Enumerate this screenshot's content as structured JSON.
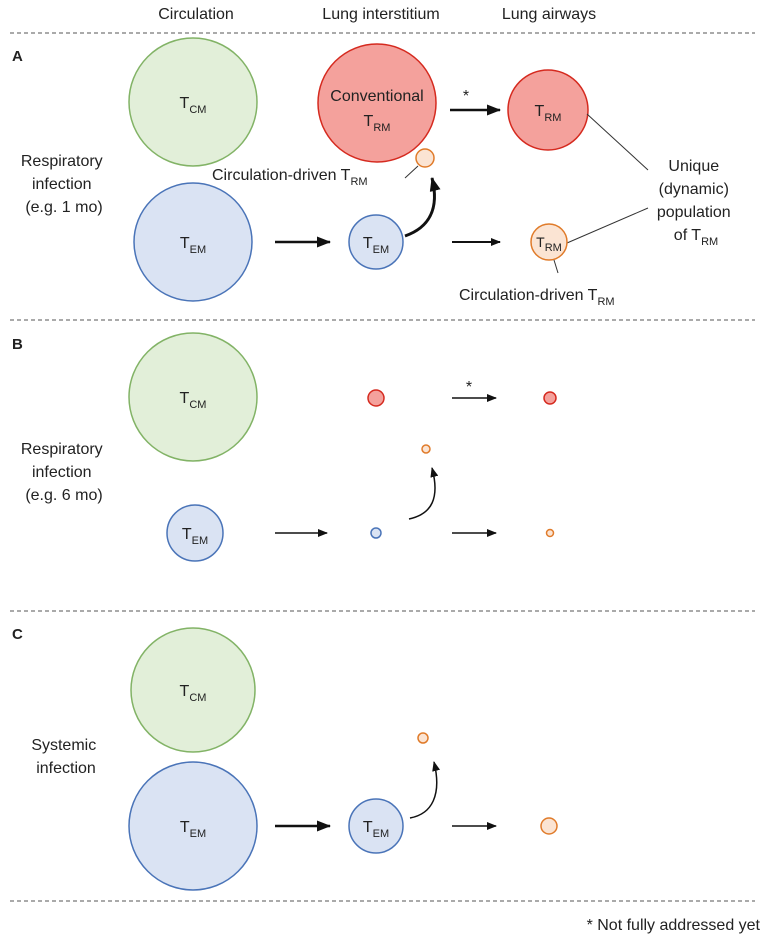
{
  "headers": {
    "circulation": "Circulation",
    "interstitium": "Lung interstitium",
    "airways": "Lung airways"
  },
  "panels": {
    "A": {
      "letter": "A",
      "label_lines": [
        "Respiratory",
        "infection",
        "(e.g. 1 mo)"
      ],
      "conventional": "Conventional",
      "circ_driven": "Circulation-driven",
      "unique_lines": [
        "Unique",
        "(dynamic)",
        "population",
        "of T"
      ],
      "asterisk": "*"
    },
    "B": {
      "letter": "B",
      "label_lines": [
        "Respiratory",
        "infection",
        "(e.g. 6 mo)"
      ],
      "asterisk": "*"
    },
    "C": {
      "letter": "C",
      "label_lines": [
        "Systemic",
        "infection"
      ]
    }
  },
  "cells": {
    "T": "T",
    "CM": "CM",
    "EM": "EM",
    "RM": "RM"
  },
  "footnote": "* Not fully addressed yet",
  "colors": {
    "green_fill": "#e2efd9",
    "green_stroke": "#82b366",
    "blue_fill": "#dae3f3",
    "blue_stroke": "#4a74b8",
    "red_fill": "#f4a19c",
    "red_stroke": "#d52a1f",
    "orange_fill": "#fbe4d3",
    "orange_stroke": "#e07b2a"
  }
}
